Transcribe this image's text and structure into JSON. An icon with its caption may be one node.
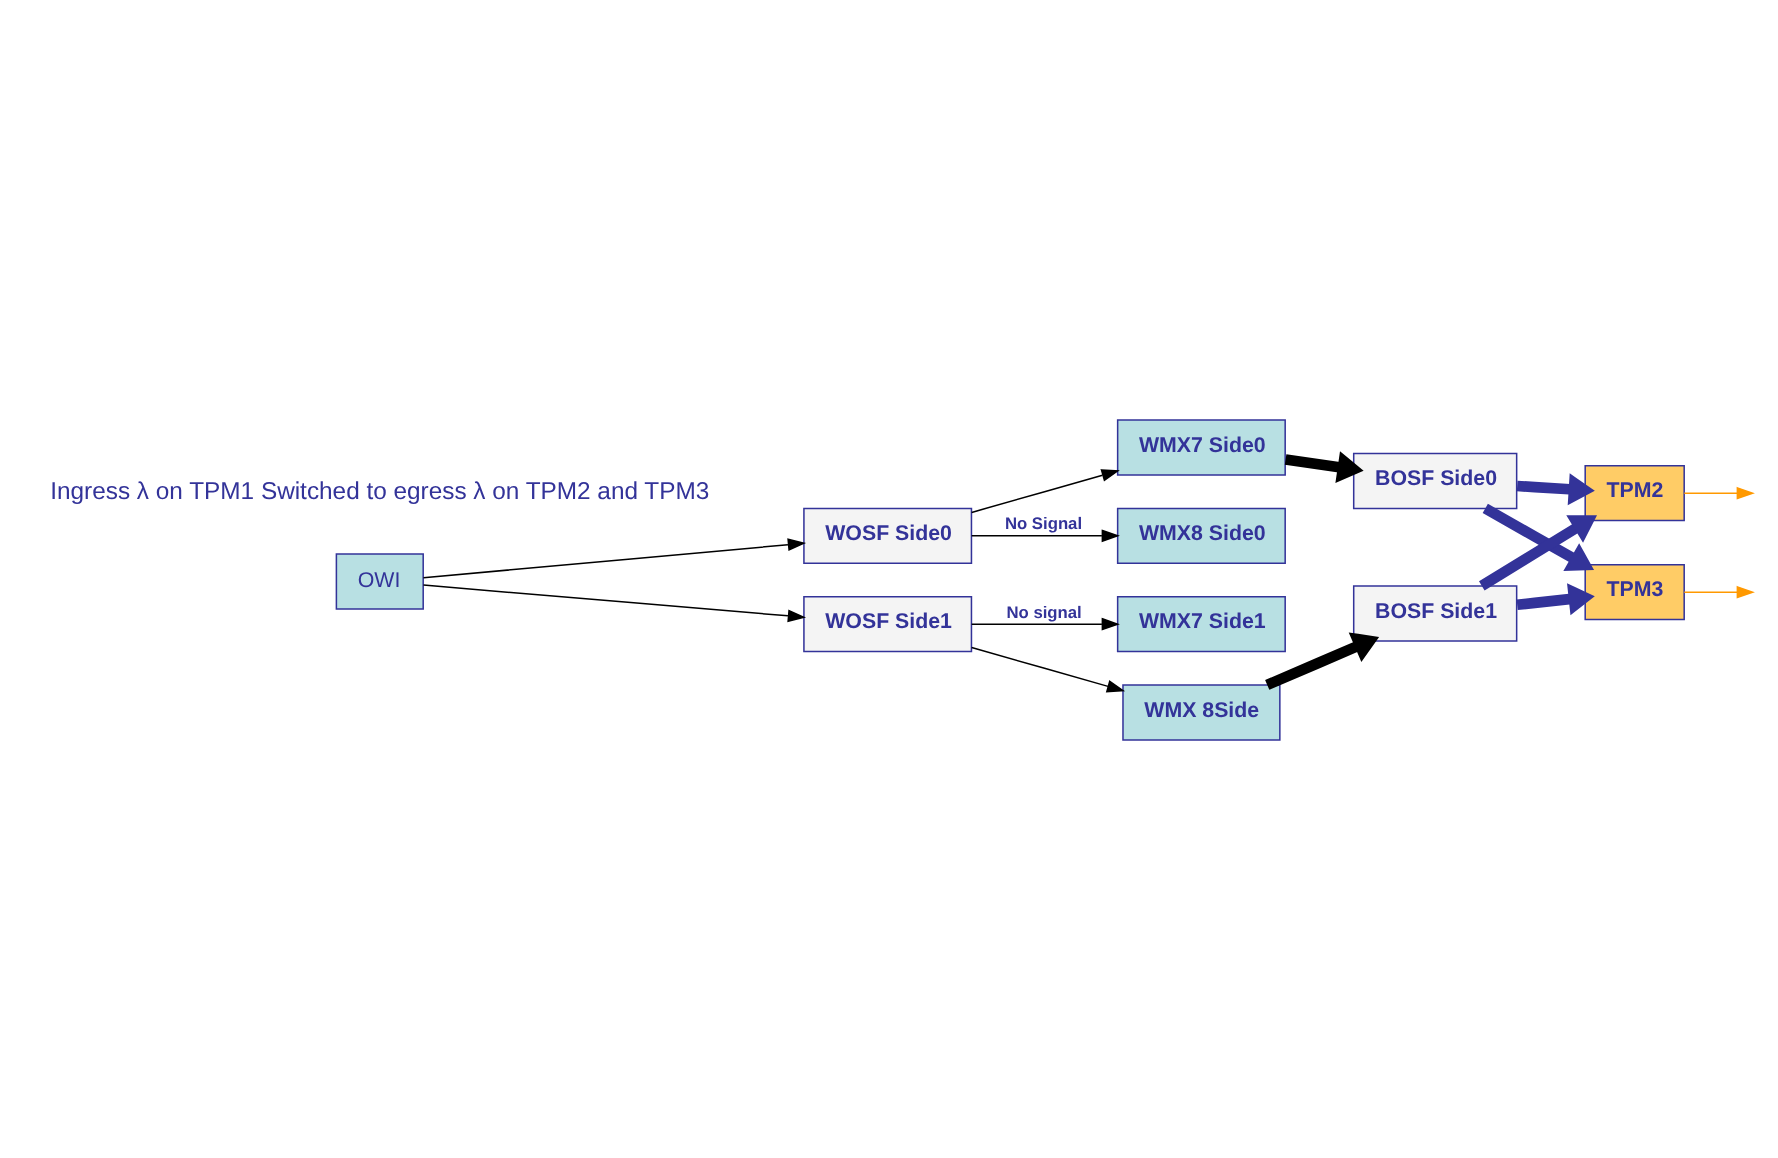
{
  "diagram": {
    "nodes": [
      {
        "text": [
          "BOSF Side0"
        ]
      },
      {
        "text": [
          "BOSF Side1"
        ]
      },
      {
        "text": [
          "TPM2"
        ]
      },
      {
        "text": [
          "TPM3"
        ]
      },
      {
        "text": [
          "WMX 8Side"
        ]
      },
      {
        "text": [
          "WMX8 Side0"
        ]
      },
      {
        "text": [
          "WMX7 Side1"
        ]
      },
      {
        "text": [
          "WMX7 Side0"
        ]
      },
      {
        "text": [
          "WOSF Side0"
        ]
      },
      {
        "text": [
          "WOSF Side1"
        ]
      },
      {
        "text": [
          "OWI"
        ]
      }
    ],
    "edges": [
      {
        "from": 4,
        "to": 1,
        "arrow": "to",
        "style": "thick"
      },
      {
        "from": 7,
        "to": 0,
        "arrow": "to",
        "style": "thick"
      },
      {
        "from": 0,
        "to": 2,
        "arrow": "to",
        "style": "thick",
        "color": "#333399"
      },
      {
        "from": 0,
        "to": 3,
        "arrow": "to",
        "style": "thick",
        "color": "#333399"
      },
      {
        "from": 1,
        "to": 2,
        "arrow": "to",
        "style": "thick",
        "color": "#333399"
      },
      {
        "from": 1,
        "to": 3,
        "arrow": "to",
        "style": "thick",
        "color": "#333399"
      },
      {
        "from": 2,
        "to": null,
        "arrow": "to",
        "color": "#ff9900"
      },
      {
        "from": 3,
        "to": null,
        "arrow": "to",
        "color": "#ff9900"
      },
      {
        "from": 8,
        "to": 5,
        "arrow": "to",
        "label": "No Signal"
      },
      {
        "from": 8,
        "to": 7,
        "arrow": "to"
      },
      {
        "from": 9,
        "to": 4,
        "arrow": "to"
      },
      {
        "from": 9,
        "to": 6,
        "arrow": "to",
        "label": "No signal"
      },
      {
        "from": 10,
        "to": 8,
        "arrow": "to"
      },
      {
        "from": 10,
        "to": 9,
        "arrow": "to"
      }
    ],
    "labels": [
      "Ingress λ on TPM1 Switched to egress λ on TPM2 and TPM3"
    ]
  }
}
